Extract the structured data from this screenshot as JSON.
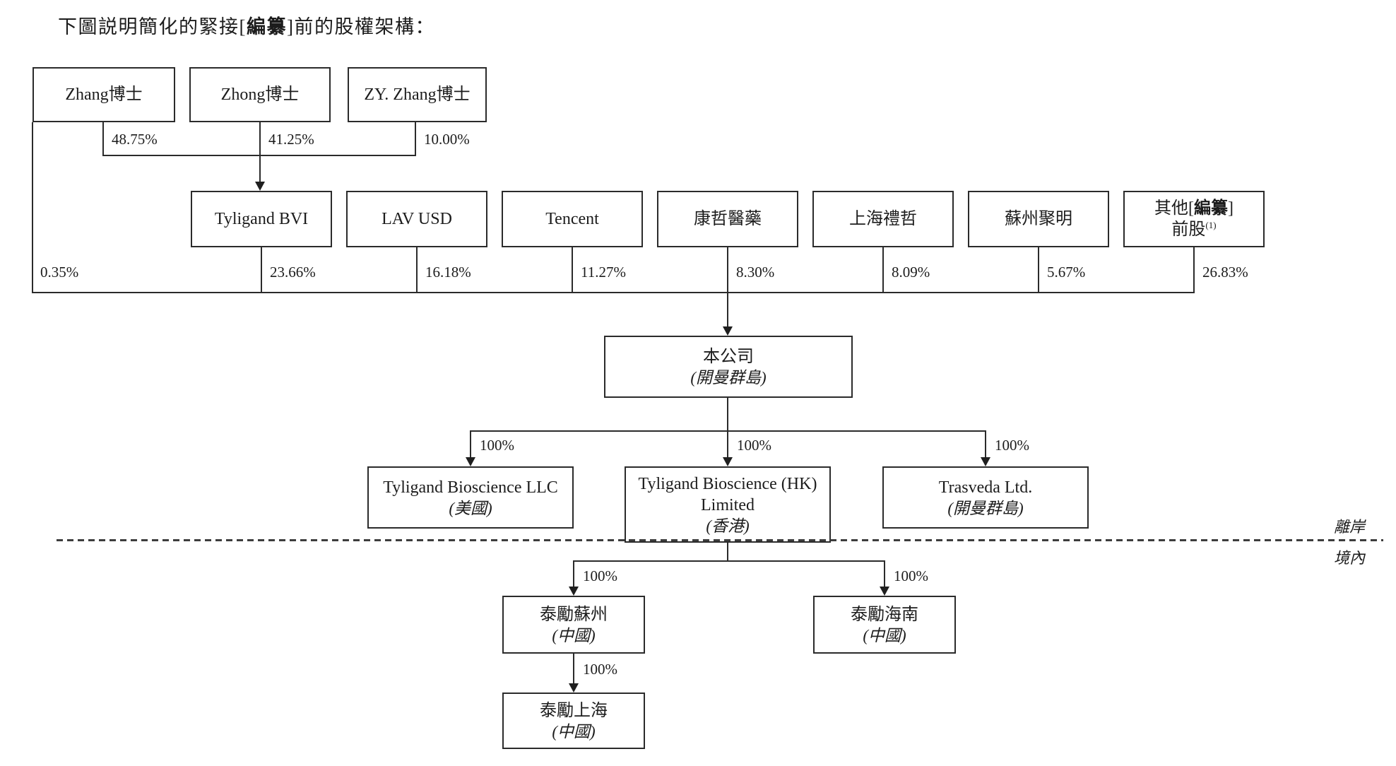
{
  "title": {
    "pre": "下圖説明簡化的緊接[",
    "redacted": "編纂",
    "post": "]前的股權架構："
  },
  "r1": [
    {
      "name": "Zhang博士",
      "pct": "48.75%"
    },
    {
      "name": "Zhong博士",
      "pct": "41.25%"
    },
    {
      "name": "ZY. Zhang博士",
      "pct": "10.00%"
    }
  ],
  "left_pct": "0.35%",
  "r2": [
    {
      "name": "Tyligand BVI",
      "pct": "23.66%"
    },
    {
      "name": "LAV USD",
      "pct": "16.18%"
    },
    {
      "name": "Tencent",
      "pct": "11.27%"
    },
    {
      "name": "康哲醫藥",
      "pct": "8.30%"
    },
    {
      "name": "上海禮哲",
      "pct": "8.09%"
    },
    {
      "name": "蘇州聚明",
      "pct": "5.67%"
    },
    {
      "pre": "其他[",
      "redacted": "編纂",
      "post": "]",
      "line2": "前股",
      "sup": "(1)",
      "pct": "26.83%"
    }
  ],
  "company": {
    "name": "本公司",
    "juris": "(開曼群島)"
  },
  "r3": [
    {
      "name": "Tyligand Bioscience LLC",
      "juris": "(美國)",
      "pct": "100%"
    },
    {
      "name": "Tyligand Bioscience (HK) Limited",
      "juris": "(香港)",
      "pct": "100%"
    },
    {
      "name": "Trasveda Ltd.",
      "juris": "(開曼群島)",
      "pct": "100%"
    }
  ],
  "boundary": {
    "offshore": "離岸",
    "onshore": "境內"
  },
  "r4": [
    {
      "name": "泰勵蘇州",
      "juris": "(中國)",
      "pct": "100%"
    },
    {
      "name": "泰勵海南",
      "juris": "(中國)",
      "pct": "100%"
    }
  ],
  "r5": {
    "name": "泰勵上海",
    "juris": "(中國)",
    "pct": "100%"
  }
}
